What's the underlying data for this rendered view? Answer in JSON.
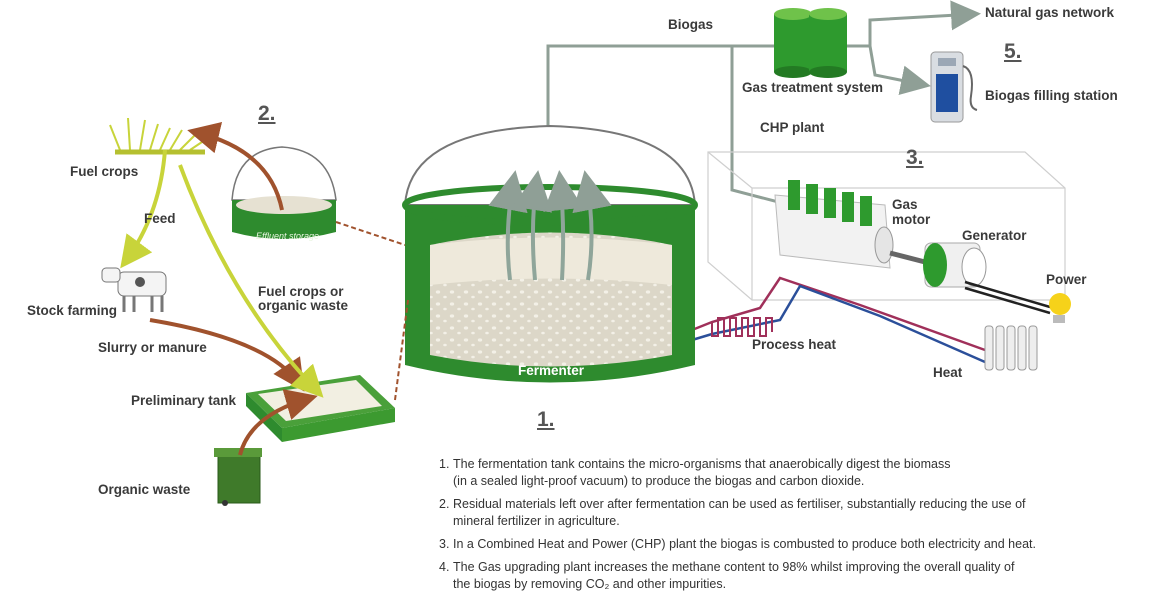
{
  "labels": {
    "biogas": "Biogas",
    "natural_gas_network": "Natural gas network",
    "gas_treatment_system": "Gas treatment system",
    "biogas_filling_station": "Biogas filling station",
    "chp_plant": "CHP plant",
    "gas_motor_1": "Gas",
    "gas_motor_2": "motor",
    "generator": "Generator",
    "power": "Power",
    "process_heat": "Process heat",
    "heat": "Heat",
    "fermenter": "Fermenter",
    "fuel_crops": "Fuel crops",
    "feed": "Feed",
    "stock_farming": "Stock farming",
    "slurry_or_manure": "Slurry or manure",
    "fuel_crops_or_1": "Fuel crops or",
    "fuel_crops_or_2": "organic waste",
    "preliminary_tank": "Preliminary tank",
    "organic_waste": "Organic waste",
    "effluent_storage": "Effluent storage"
  },
  "numbers": {
    "n1": "1.",
    "n2": "2.",
    "n3": "3.",
    "n5": "5."
  },
  "notes": [
    {
      "num": "1.",
      "lines": [
        "The fermentation tank contains the micro-organisms that anaerobically digest the biomass",
        "(in a sealed light-proof vacuum) to produce the biogas and carbon dioxide."
      ]
    },
    {
      "num": "2.",
      "lines": [
        "Residual materials left over after fermentation can be used as fertiliser, substantially reducing the use of",
        "mineral fertilizer in agriculture."
      ]
    },
    {
      "num": "3.",
      "lines": [
        "In a Combined Heat and Power (CHP) plant the biogas is combusted to produce both electricity and heat."
      ]
    },
    {
      "num": "4.",
      "lines": [
        "The Gas upgrading plant increases the methane content to 98% whilst improving the overall quality of",
        "the biogas by removing CO₂ and other impurities."
      ]
    }
  ],
  "colors": {
    "green": "#2e8b2e",
    "light_green": "#7fcc3f",
    "pipe": "#8f9f96",
    "brown_arrow": "#a0522d",
    "yellow_arrow": "#c8d43a",
    "heat_red": "#a0305a",
    "heat_blue": "#2b4f9a"
  }
}
